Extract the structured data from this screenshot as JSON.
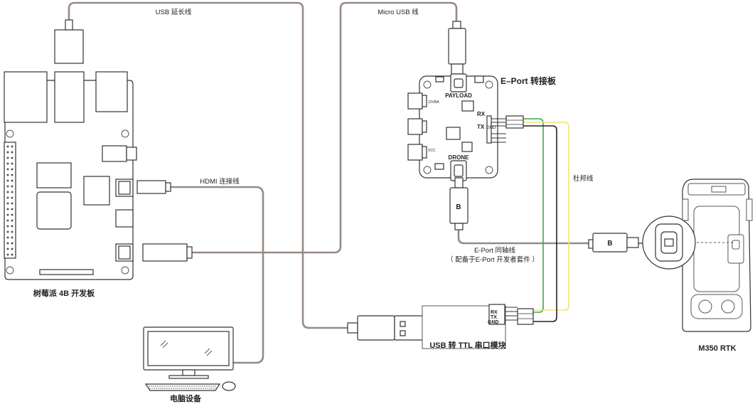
{
  "labels": {
    "usb_extension_cable": "USB 延长线",
    "micro_usb_cable": "Micro USB 线",
    "eport_board": "E–Port 转接板",
    "hdmi_cable": "HDMI 连接线",
    "dupont_cable": "杜邦线",
    "raspberry_pi": "树莓派 4B 开发板",
    "eport_coax_line1": "E-Port 同轴线",
    "eport_coax_line2": "（ 配备于E-Port 开发者套件 ）",
    "usb_ttl_module": "USB 转 TTL 串口模块",
    "m350": "M350 RTK",
    "computer": "电脑设备"
  },
  "board_marks": {
    "payload": "PAYLOAD",
    "drone": "DRONE",
    "rx": "RX",
    "tx": "TX",
    "gnd": "GND",
    "vbat": "12VBA",
    "vcc": "VCC"
  },
  "ttl_marks": {
    "rx": "RX",
    "tx": "TX",
    "gnd": "GND"
  },
  "connector_marks": {
    "b_vertical": "B",
    "b_horizontal": "B"
  },
  "colors": {
    "cable": "#968a86",
    "green_wire": "#3aa655",
    "yellow_wire": "#f2e27a",
    "black_wire": "#222222"
  }
}
